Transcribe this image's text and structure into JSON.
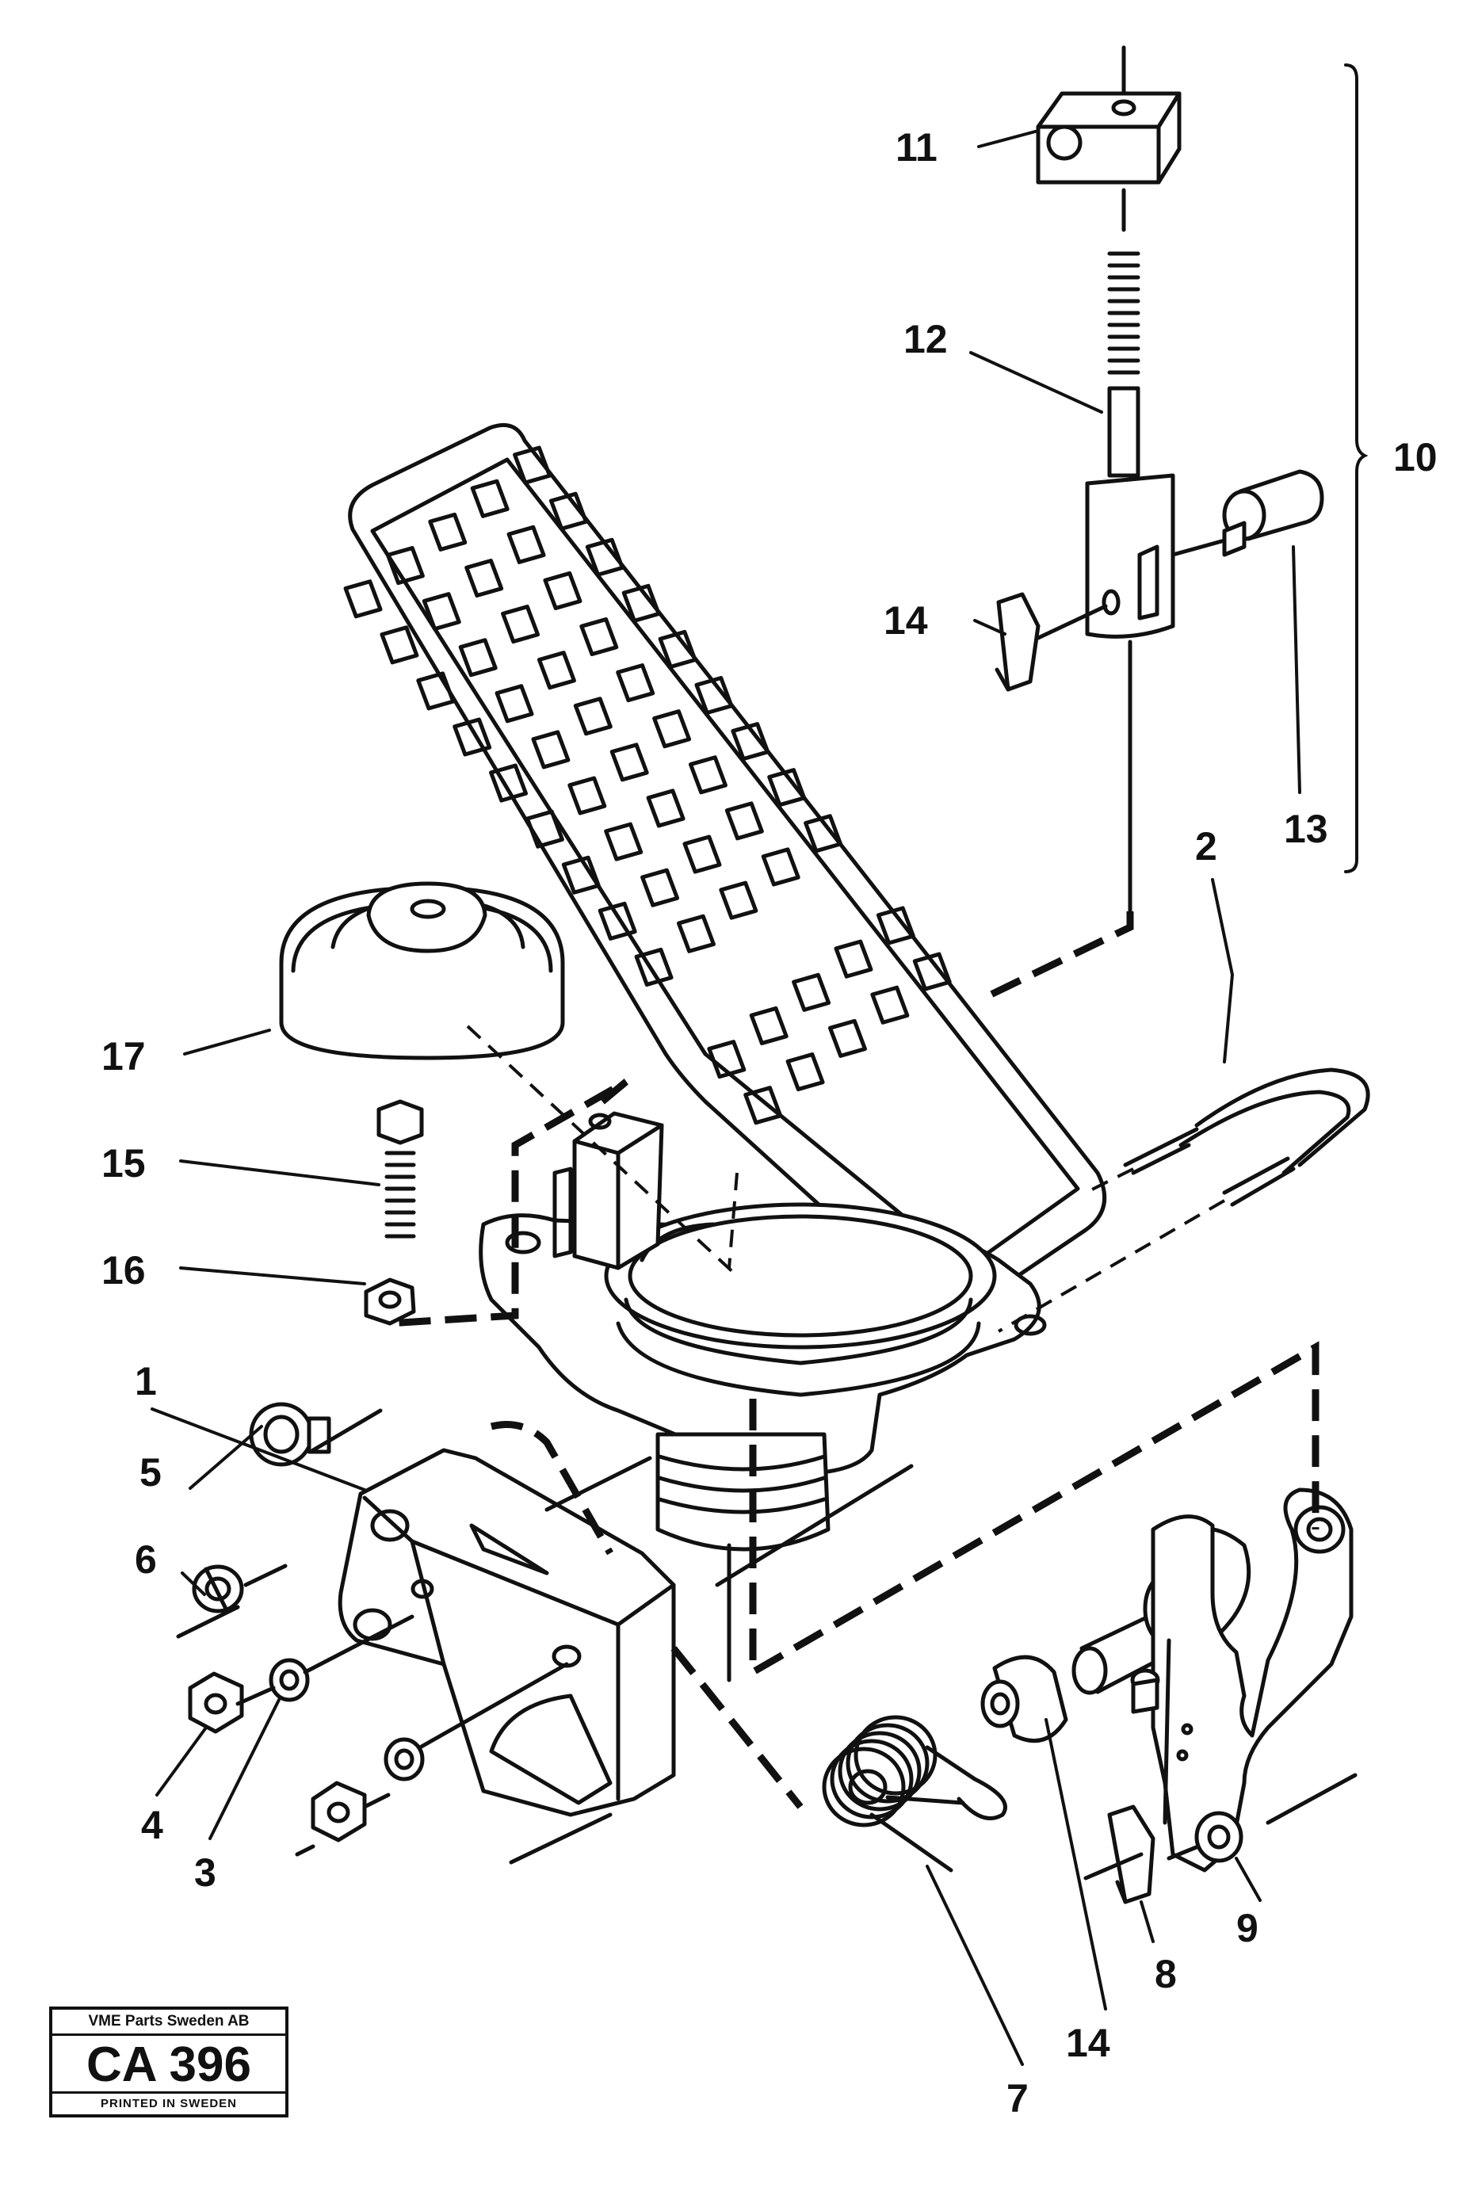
{
  "callouts": {
    "c1": "1",
    "c2": "2",
    "c3": "3",
    "c4": "4",
    "c5": "5",
    "c6": "6",
    "c7": "7",
    "c8": "8",
    "c9": "9",
    "c10": "10",
    "c11": "11",
    "c12": "12",
    "c13": "13",
    "c14a": "14",
    "c14b": "14",
    "c15": "15",
    "c16": "16",
    "c17": "17"
  },
  "stamp": {
    "company": "VME Parts Sweden AB",
    "code": "CA 396",
    "printed": "PRINTED IN SWEDEN"
  }
}
